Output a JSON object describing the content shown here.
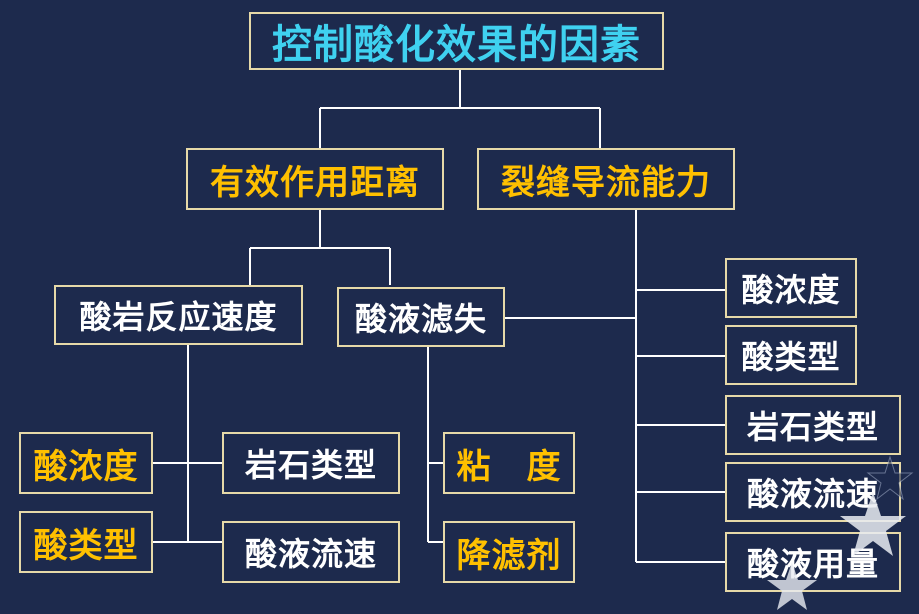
{
  "root": "控制酸化效果的因素",
  "level1": {
    "left": "有效作用距离",
    "right": "裂缝导流能力"
  },
  "level2": {
    "reaction_rate": "酸岩反应速度",
    "filtration": "酸液滤失"
  },
  "reaction_factors": {
    "acid_concentration": "酸浓度",
    "acid_type": "酸类型",
    "rock_type": "岩石类型",
    "acid_flow_rate": "酸液流速"
  },
  "filtration_factors": {
    "viscosity": "粘　度",
    "fluid_loss_additive": "降滤剂"
  },
  "conductivity_factors": [
    "酸浓度",
    "酸类型",
    "岩石类型",
    "酸液流速",
    "酸液用量"
  ],
  "colors": {
    "background": "#1d2a4d",
    "border": "#e6d9a8",
    "root_text": "#3fd1f0",
    "gold_text": "#ffc000",
    "white_text": "#ffffff"
  }
}
